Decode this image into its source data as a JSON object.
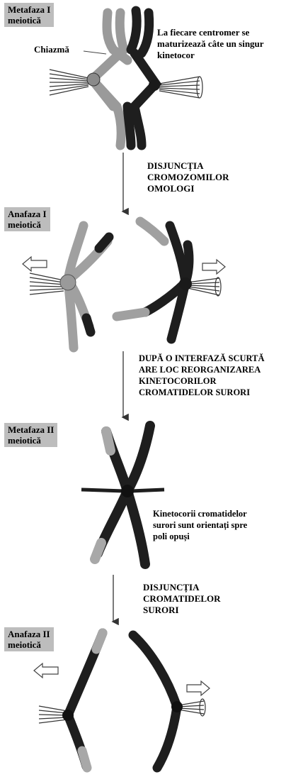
{
  "stages": {
    "metafaza1": "Metafaza I\nmeiotică",
    "anafaza1": "Anafaza I\nmeiotică",
    "metafaza2": "Metafaza II\nmeiotică",
    "anafaza2": "Anafaza II\nmeiotică"
  },
  "labels": {
    "chiazma": "Chiazmă",
    "centromer": "La fiecare centromer se\nmaturizează câte un singur\nkinetocor",
    "disjunctia_omologi": "DISJUNCȚIA\nCROMOZOMILOR\nOMOLOGI",
    "interfaza": "DUPĂ O INTERFAZĂ SCURTĂ\nARE LOC REORGANIZAREA\nKINETOCORILOR\nCROMATIDELOR SURORI",
    "kinetocorii_surori": "Kinetocorii cromatidelor\nsurori sunt orientați spre\npoli opuși",
    "disjunctia_surori": "DISJUNCȚIA\nCROMATIDELOR\nSURORI"
  },
  "colors": {
    "light_chromatid": "#9a9a9a",
    "dark_chromatid": "#1e1e1e",
    "label_bg": "#bdbdbd"
  }
}
